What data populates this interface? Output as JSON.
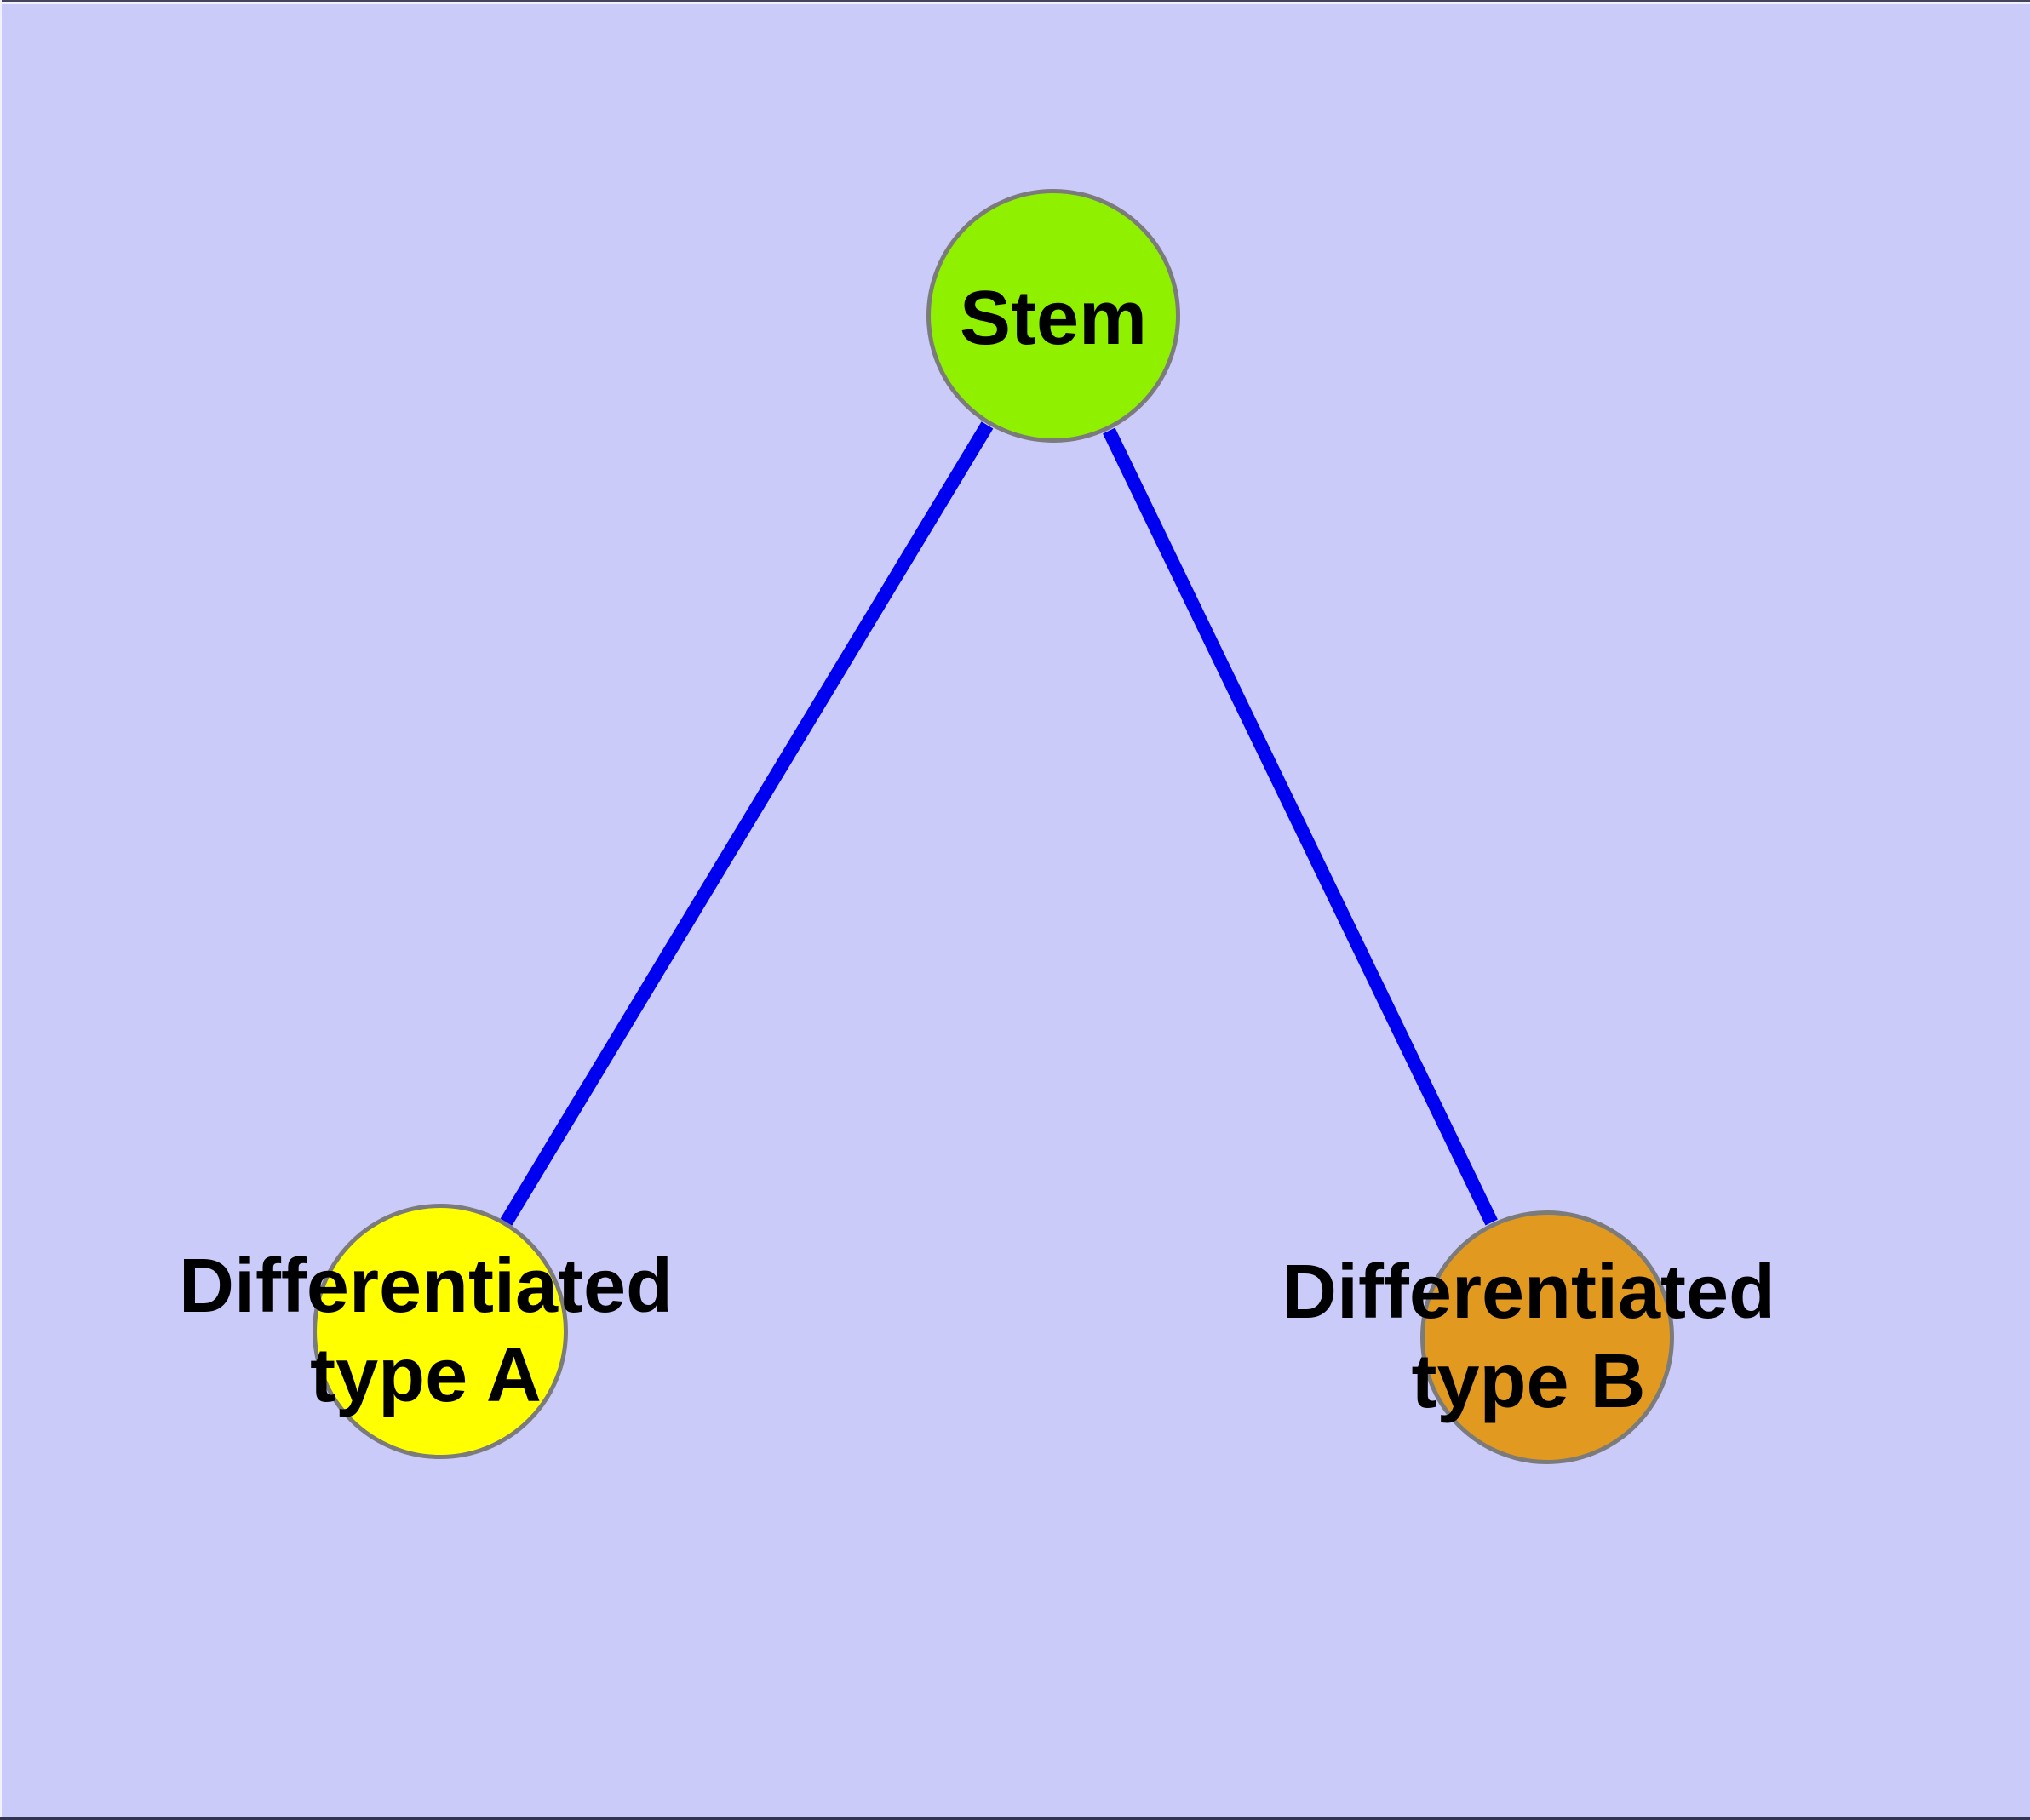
{
  "meta": {
    "background_color": "#CBCBFA",
    "top_border_color": "#44445E",
    "bottom_border_color": "#333352",
    "edge_highlight_color": "#F1F1FD"
  },
  "graph": {
    "text_color": "#000000",
    "node_border_color": "#7B7B7B",
    "edge_color": "#0000F0",
    "nodes": [
      {
        "id": "stem",
        "label": "Stem",
        "fill": "#8FF000"
      },
      {
        "id": "differentiated-type-a",
        "label": "Differentiated\ntype A",
        "fill": "#FFFF00"
      },
      {
        "id": "differentiated-type-b",
        "label": "Differentiated\ntype B",
        "fill": "#E2991F"
      }
    ],
    "edges": [
      {
        "from": "stem",
        "to": "differentiated-type-a"
      },
      {
        "from": "stem",
        "to": "differentiated-type-b"
      }
    ]
  }
}
